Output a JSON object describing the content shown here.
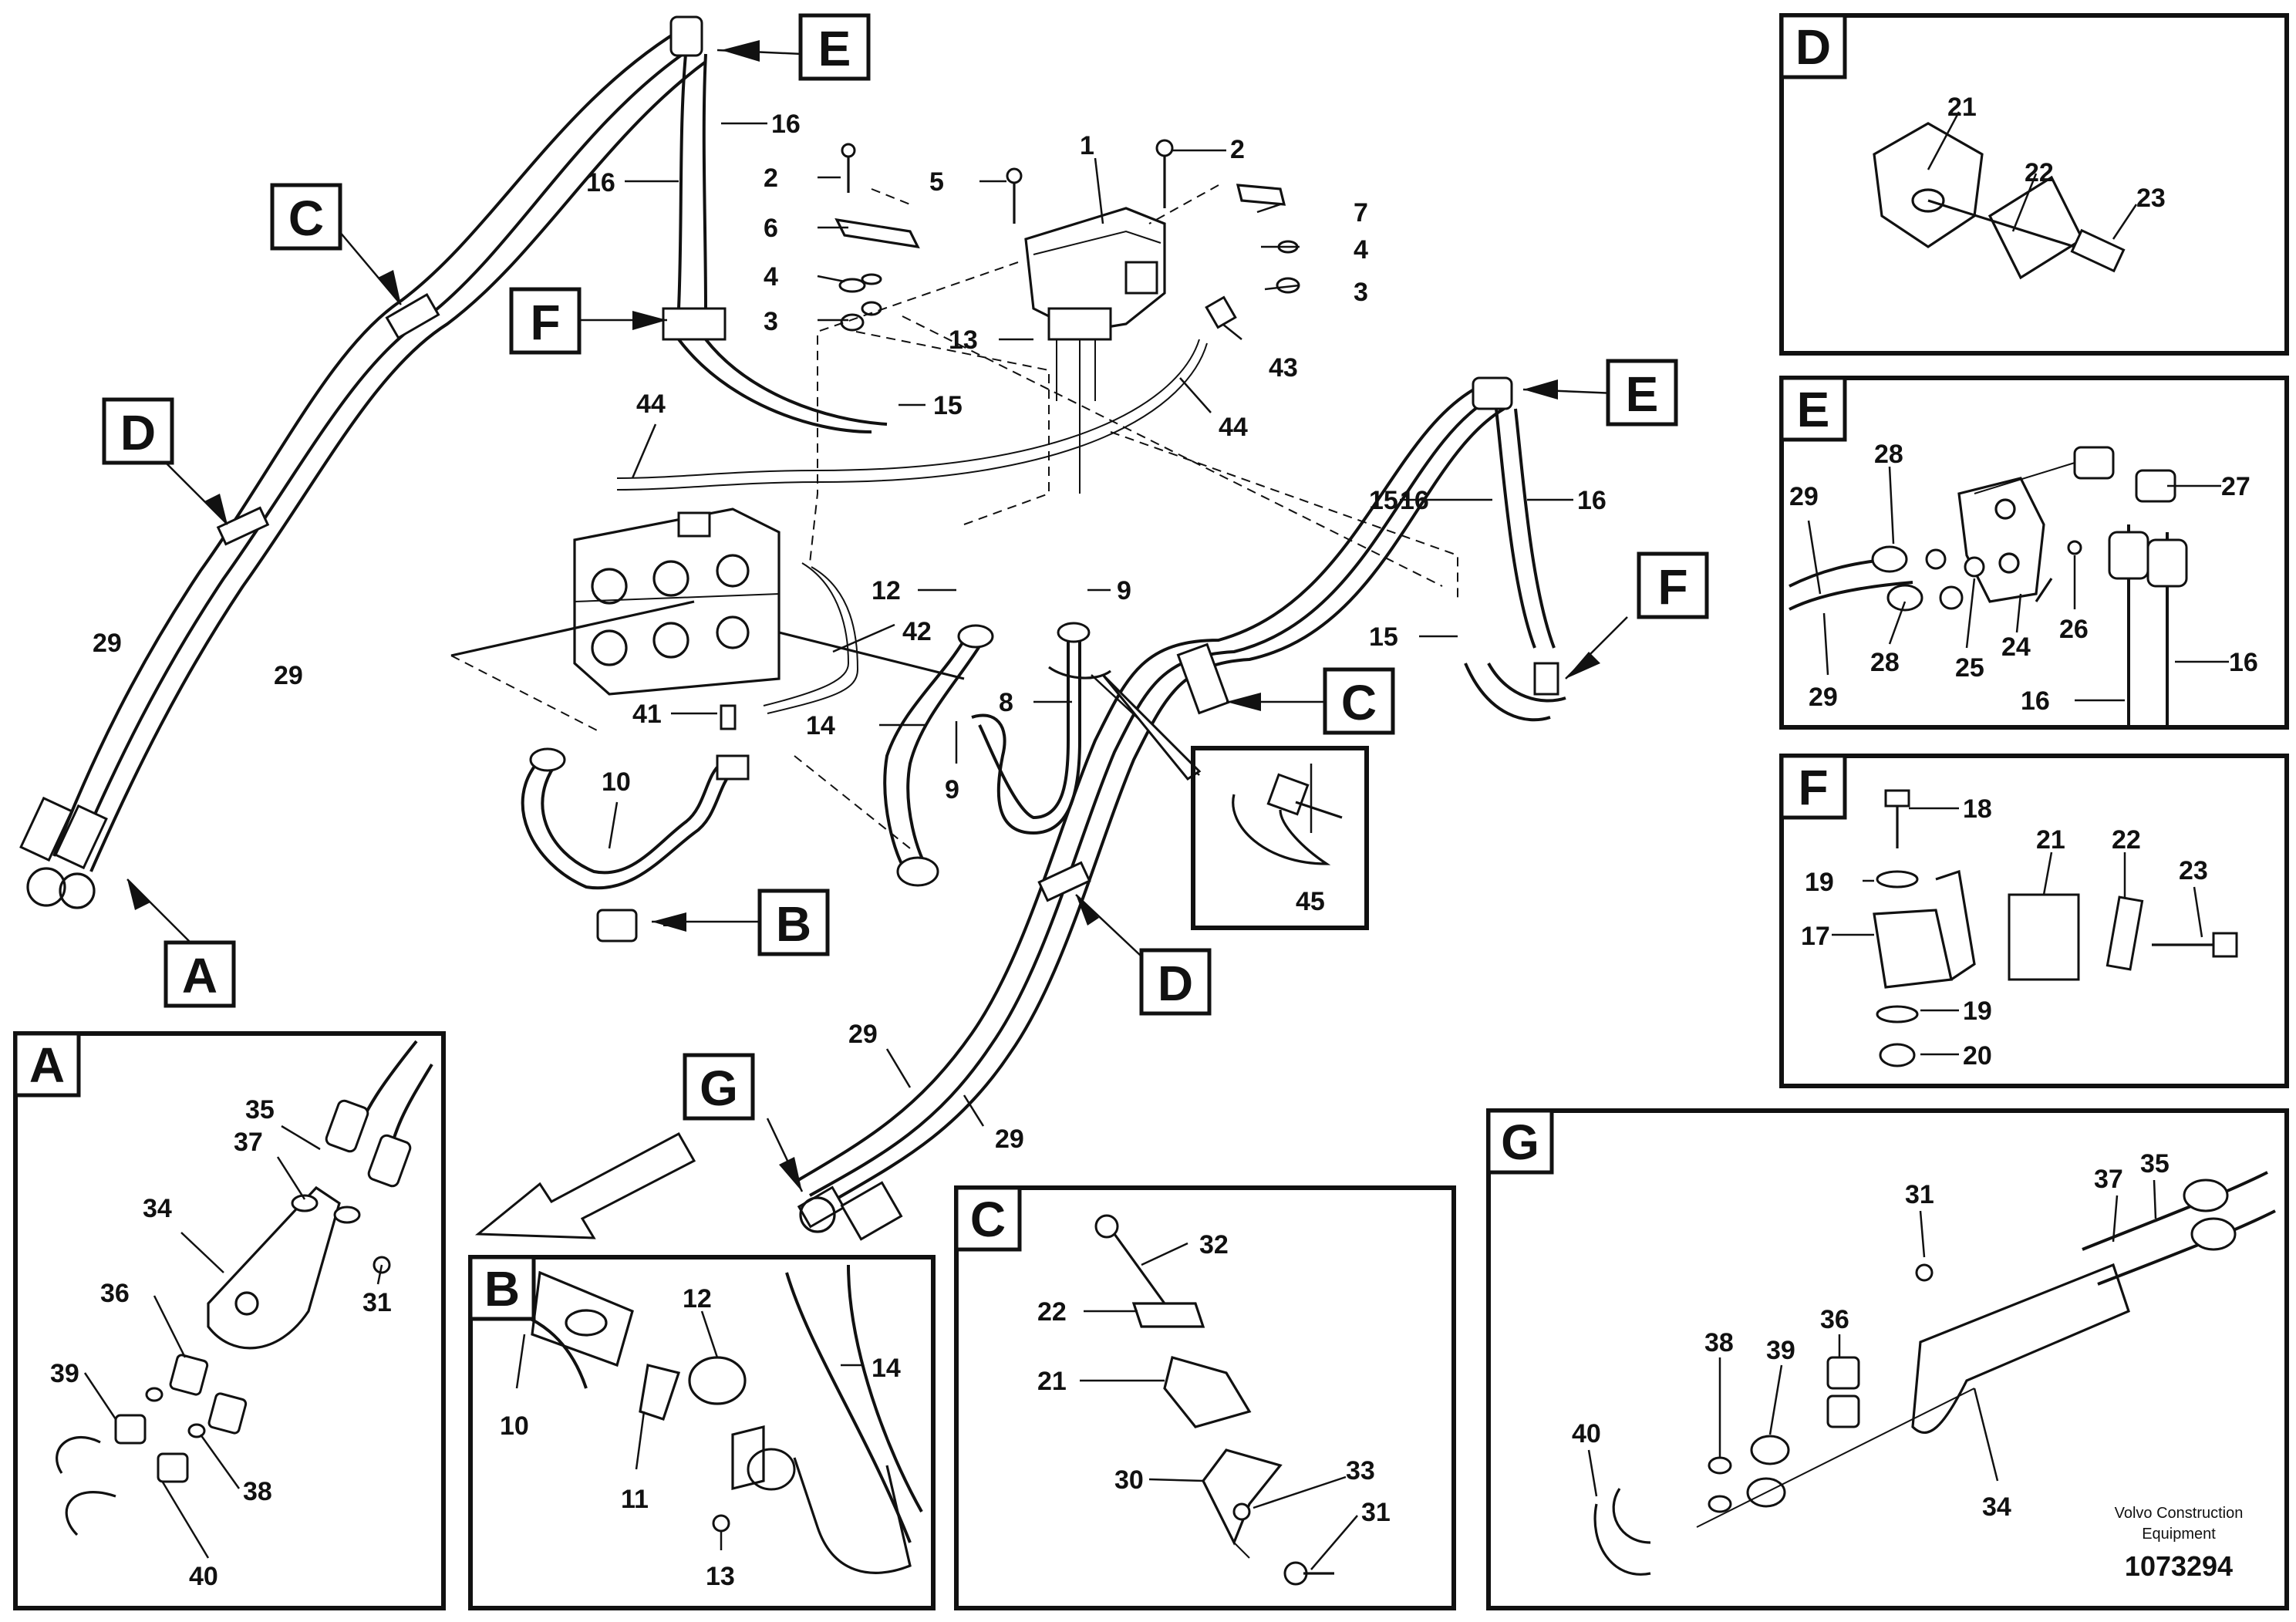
{
  "view_labels": {
    "A": "A",
    "B": "B",
    "C": "C",
    "D": "D",
    "E": "E",
    "F": "F",
    "G": "G"
  },
  "part_numbers": [
    "1",
    "2",
    "3",
    "4",
    "5",
    "6",
    "7",
    "8",
    "9",
    "10",
    "11",
    "12",
    "13",
    "14",
    "15",
    "16",
    "17",
    "18",
    "19",
    "20",
    "21",
    "22",
    "23",
    "24",
    "25",
    "26",
    "27",
    "28",
    "29",
    "30",
    "31",
    "32",
    "33",
    "34",
    "35",
    "36",
    "37",
    "38",
    "39",
    "40",
    "41",
    "42",
    "43",
    "44",
    "45"
  ],
  "footer": {
    "brand_line1": "Volvo Construction",
    "brand_line2": "Equipment",
    "figure_number": "1073294"
  }
}
